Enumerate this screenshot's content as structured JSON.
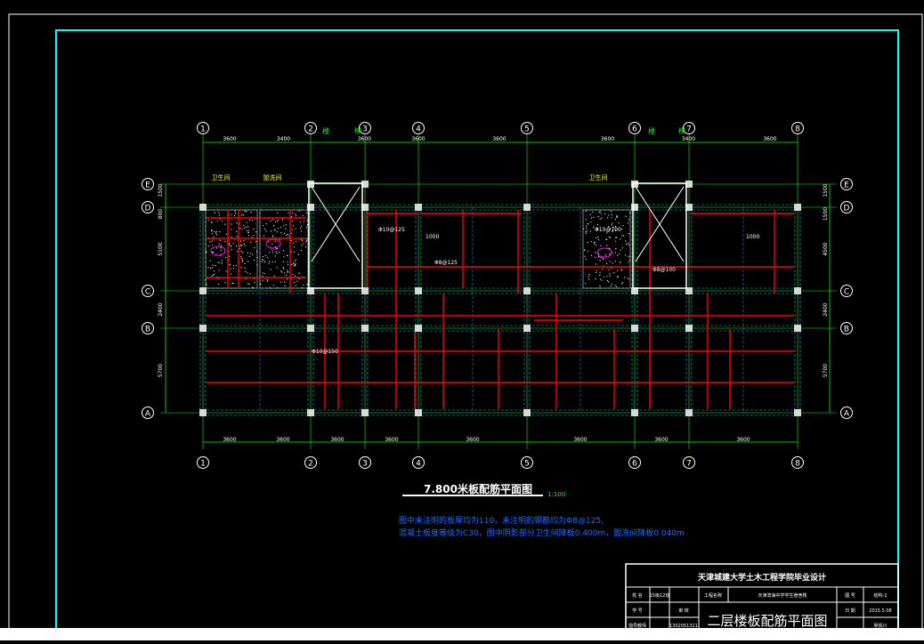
{
  "drawing": {
    "title": "7.800米板配筋平面图",
    "scale": "1:100",
    "notes": [
      "图中未注明的板厚均为110，未注明的钢筋均为Φ8@125,",
      "混凝土板度等级为C30，图中阴影部分卫生间降板0.400m，盥洗间降板0.040m"
    ]
  },
  "axes": {
    "col_labels": [
      "1",
      "2",
      "3",
      "4",
      "5",
      "6",
      "7",
      "8"
    ],
    "row_labels": [
      "E",
      "D",
      "C",
      "B",
      "A"
    ],
    "top_dims": [
      "3600",
      "3400",
      "3600",
      "3600",
      "3600",
      "3600",
      "3400",
      "3600"
    ],
    "bottom_dims": [
      "3600",
      "3600",
      "3600",
      "3600",
      "3600",
      "3600",
      "3600",
      "3600"
    ],
    "left_dims": [
      "1500",
      "800",
      "5100",
      "2400",
      "5700"
    ],
    "right_dims": [
      "1500",
      "1500",
      "4500",
      "2400",
      "5700"
    ]
  },
  "rooms": {
    "bathroom_left": "卫生间",
    "washroom": "盥洗间",
    "bathroom_right": "卫生间",
    "stair_left": "楼",
    "stair_left2": "梯",
    "stair_right": "楼",
    "stair_right2": "梯"
  },
  "rebar_labels": [
    "Φ10@125",
    "Φ8@125",
    "Φ10@150",
    "Φ8@100",
    "Φ10@100",
    "1000",
    "1000"
  ],
  "title_block": {
    "school": "天津城建大学土木工程学院毕业设计",
    "row1": [
      "姓 名",
      "15级12班",
      "工程名称",
      "天津滨海中学学生宿舍楼",
      "图 号",
      "结构-2"
    ],
    "row2": [
      "学 号",
      "审 核",
      "",
      "日 期",
      "2015.5.08"
    ],
    "row3": [
      "指导教师",
      "1302051311",
      "",
      "",
      "吴铁川"
    ],
    "sheet_name": "二层楼板配筋平面图"
  },
  "colors": {
    "frame": "#00ffff",
    "rebar": "#ff0000",
    "grid": "#00ff00",
    "beam": "#00bfff",
    "text": "#ffffff"
  }
}
